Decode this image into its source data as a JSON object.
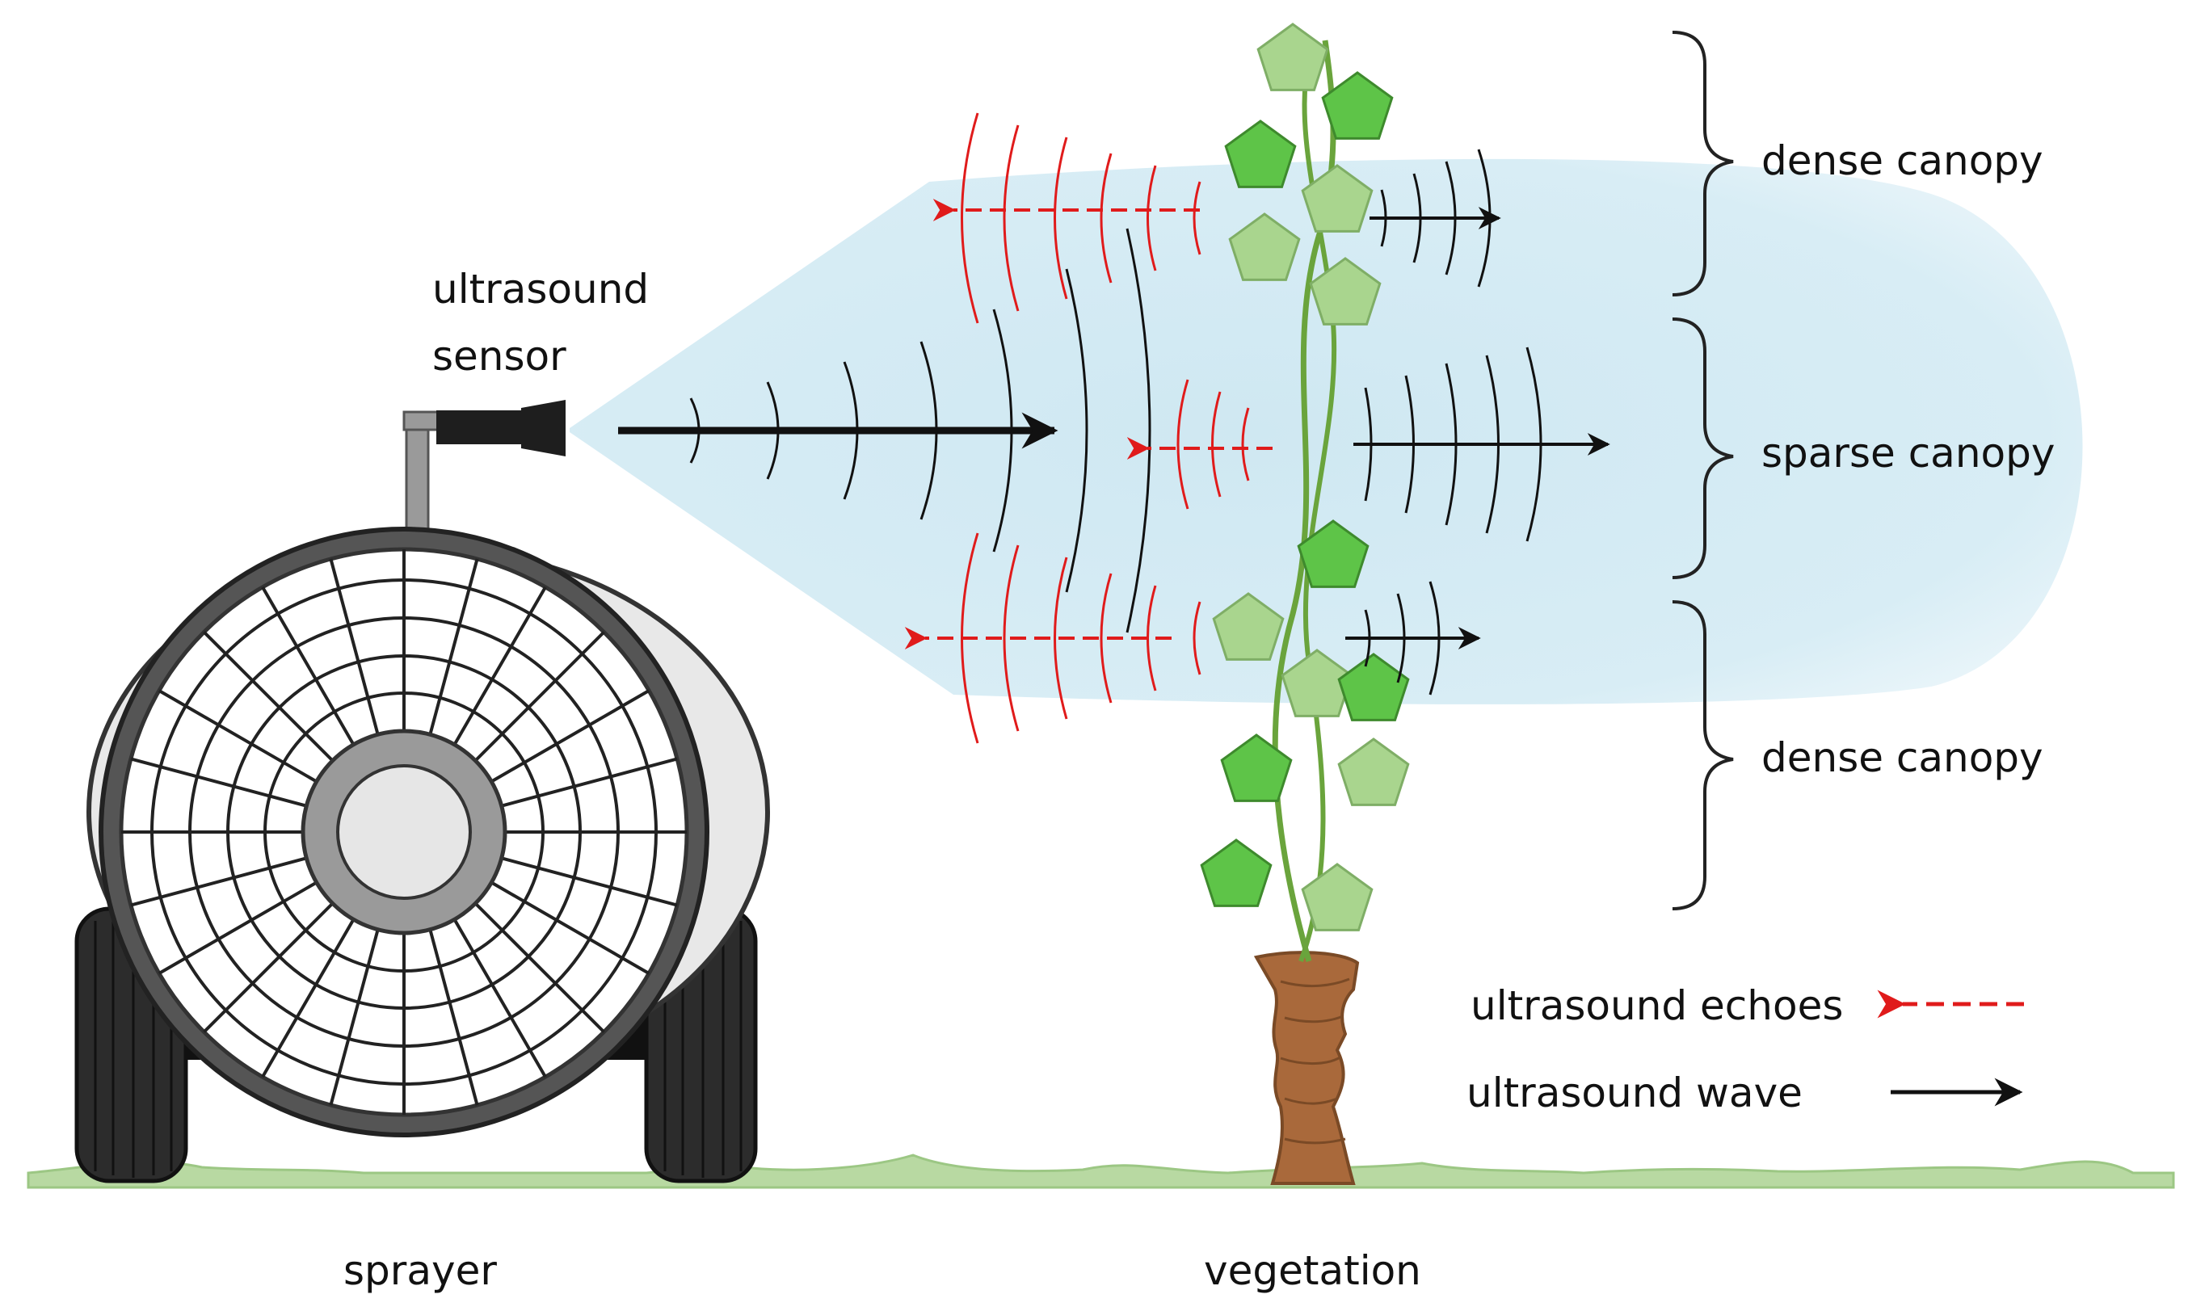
{
  "labels": {
    "sensor_line1": "ultrasound",
    "sensor_line2": "sensor",
    "sprayer": "sprayer",
    "vegetation": "vegetation",
    "zone_top": "dense canopy",
    "zone_middle": "sparse canopy",
    "zone_bottom": "dense canopy",
    "legend_echoes": "ultrasound echoes",
    "legend_wave": "ultrasound wave"
  },
  "colors": {
    "beam": "#cfe8f1",
    "echo": "#e01b1b",
    "wave": "#111111",
    "leaf_dark": "#5ec448",
    "leaf_light": "#a9d58e",
    "stem": "#6aa43c",
    "trunk": "#a9693b",
    "ground": "#b8d9a2"
  }
}
